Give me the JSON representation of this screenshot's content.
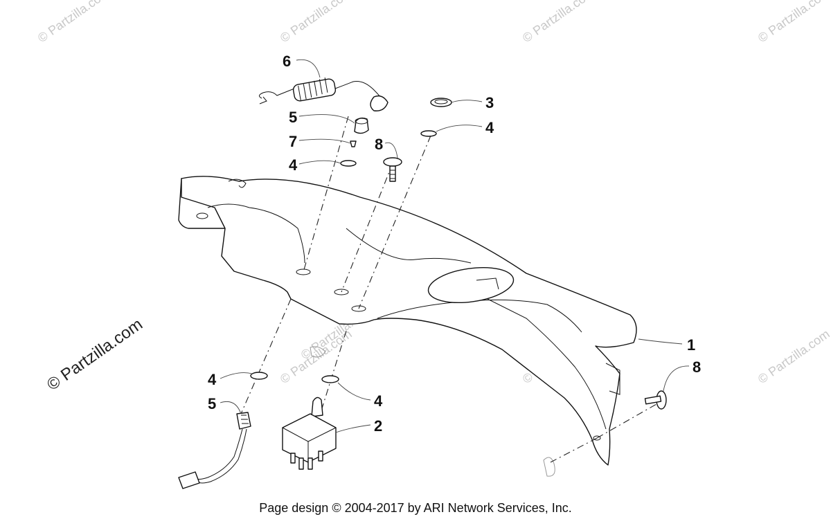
{
  "watermark": {
    "small": "© Partzilla.com",
    "large": "© Partzilla.com"
  },
  "footer": "Page design © 2004-2017 by ARI Network Services, Inc.",
  "callouts": {
    "c1": "1",
    "c2": "2",
    "c3": "3",
    "c4a": "4",
    "c4b": "4",
    "c4c": "4",
    "c4d": "4",
    "c5a": "5",
    "c5b": "5",
    "c6": "6",
    "c7": "7",
    "c8a": "8",
    "c8b": "8"
  }
}
